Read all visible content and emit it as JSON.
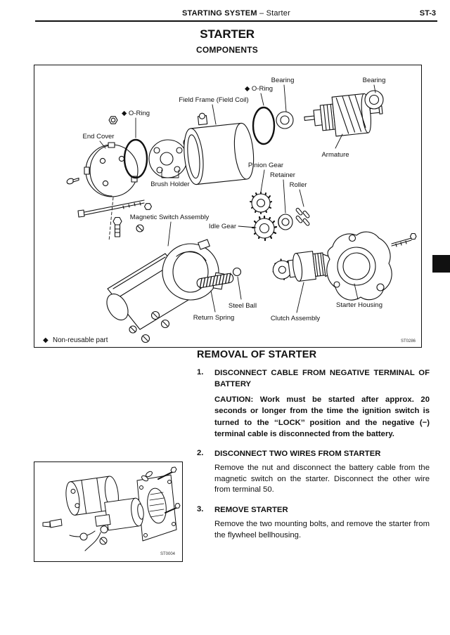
{
  "header": {
    "system": "STARTING SYSTEM",
    "dash": "–",
    "subsystem": "Starter",
    "page_code": "ST-3"
  },
  "title": "STARTER",
  "subtitle": "COMPONENTS",
  "diagram": {
    "figure_code": "ST0286",
    "note_symbol": "◆",
    "note_text": "Non-reusable part",
    "labels": [
      {
        "id": "bearing-left",
        "text": "Bearing"
      },
      {
        "id": "bearing-right",
        "text": "Bearing"
      },
      {
        "id": "oring-right",
        "text": "◆ O-Ring"
      },
      {
        "id": "field-frame",
        "text": "Field Frame (Field Coil)"
      },
      {
        "id": "oring-left",
        "text": "◆ O-Ring"
      },
      {
        "id": "end-cover",
        "text": "End Cover"
      },
      {
        "id": "armature",
        "text": "Armature"
      },
      {
        "id": "brush-holder",
        "text": "Brush Holder"
      },
      {
        "id": "pinion-gear",
        "text": "Pinion Gear"
      },
      {
        "id": "retainer",
        "text": "Retainer"
      },
      {
        "id": "roller",
        "text": "Roller"
      },
      {
        "id": "magnetic-switch",
        "text": "Magnetic Switch Assembly"
      },
      {
        "id": "idle-gear",
        "text": "Idle Gear"
      },
      {
        "id": "steel-ball",
        "text": "Steel Ball"
      },
      {
        "id": "return-spring",
        "text": "Return Spring"
      },
      {
        "id": "clutch-assembly",
        "text": "Clutch Assembly"
      },
      {
        "id": "starter-housing",
        "text": "Starter Housing"
      }
    ]
  },
  "removal": {
    "heading": "REMOVAL OF STARTER",
    "steps": [
      {
        "number": "1.",
        "title": "DISCONNECT CABLE FROM NEGATIVE TERMINAL OF BATTERY",
        "caution": "CAUTION:  Work must be started after approx. 20 seconds or longer from the time the ignition switch is turned to the ‘‘LOCK’’ position and the negative (−) terminal cable is disconnected from the battery."
      },
      {
        "number": "2.",
        "title": "DISCONNECT TWO WIRES FROM STARTER",
        "body": "Remove the nut and disconnect the battery cable from the magnetic switch on the starter. Disconnect the other wire from terminal 50."
      },
      {
        "number": "3.",
        "title": "REMOVE STARTER",
        "body": "Remove the two mounting bolts, and remove the starter from the flywheel bellhousing."
      }
    ]
  },
  "figure2": {
    "figure_code": "ST0004"
  }
}
